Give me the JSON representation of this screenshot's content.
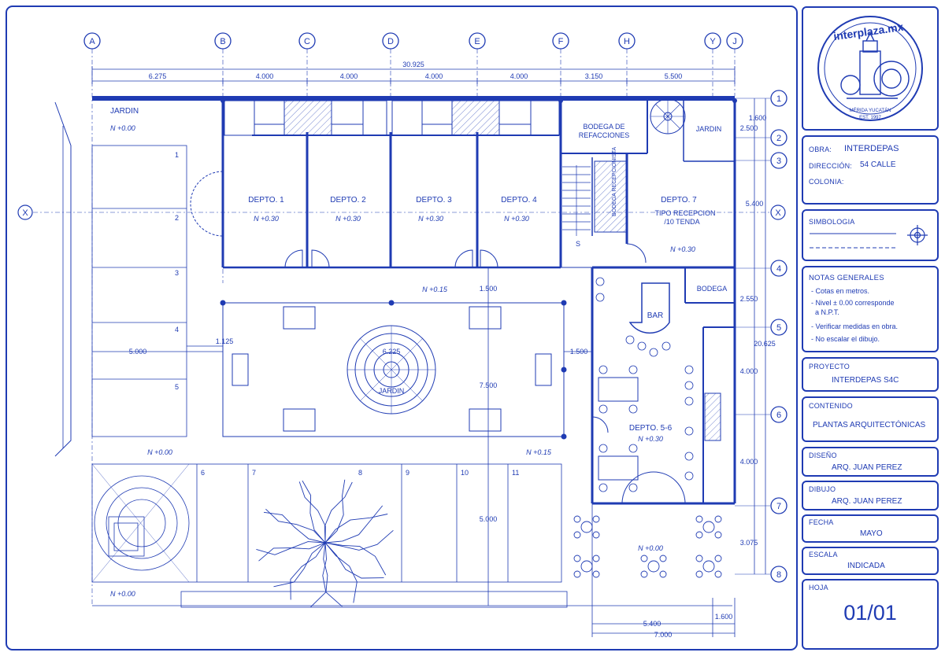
{
  "grid": {
    "columns": [
      "A",
      "B",
      "C",
      "D",
      "E",
      "F",
      "H",
      "Y",
      "J"
    ],
    "rows": [
      "1",
      "2",
      "3",
      "4",
      "5",
      "6",
      "7",
      "8"
    ],
    "x_axis_label": "X"
  },
  "dims": {
    "total_width": "30.925",
    "top_spans": [
      "6.275",
      "4.000",
      "4.000",
      "4.000",
      "4.000",
      "3.150",
      "5.500"
    ],
    "right_spans": [
      "1.600",
      "2.500",
      "5.400",
      "2.550",
      "4.000",
      "4.000",
      "3.075"
    ],
    "right_total": "20.625",
    "patio_v1": "1.500",
    "patio_h1": "1.500",
    "patio_height": "7.500",
    "left_span": "5.000",
    "small_1125": "1.125",
    "fountain_d": "6.225",
    "lower_height": "5.000",
    "bottom_spans": [
      "5.400",
      "1.600"
    ],
    "bottom_total": "7.000"
  },
  "rooms": {
    "jardin_tl": "JARDIN",
    "depto1": "DEPTO. 1",
    "depto2": "DEPTO. 2",
    "depto3": "DEPTO. 3",
    "depto4": "DEPTO. 4",
    "bodega_ref_1": "BODEGA DE",
    "bodega_ref_2": "REFACCIONES",
    "jardin_tr": "JARDIN",
    "depto7": "DEPTO. 7",
    "tipo1": "TIPO RECEPCION",
    "tipo2": "/10 TENDA",
    "bodega_rec": "BODEGA RECEPCIONISTA",
    "bodega": "BODEGA",
    "bar": "BAR",
    "depto56": "DEPTO. 5-6",
    "jardin_c": "JARDIN",
    "stair_s": "S"
  },
  "levels": {
    "n000": "N +0.00",
    "n030": "N +0.30",
    "n015": "N +0.15"
  },
  "lots": {
    "left": [
      "1",
      "2",
      "3",
      "4",
      "5"
    ],
    "bottom": [
      "6",
      "7",
      "8",
      "9",
      "10",
      "11"
    ]
  },
  "title_block": {
    "logo_text": "interplaza.mx",
    "logo_sub1": "MÉRIDA YUCATÁN",
    "logo_sub2": "EST. 1997",
    "obra_label": "OBRA:",
    "obra_value": "INTERDEPAS",
    "direccion_label": "DIRECCIÓN:",
    "direccion_value": "54 CALLE",
    "colonia_label": "COLONIA:",
    "simbologia_label": "SIMBOLOGIA",
    "notas_label": "NOTAS GENERALES",
    "notas": [
      "- Cotas en metros.",
      "- Nivel ± 0.00 corresponde",
      "  a N.P.T.",
      "- Verificar medidas en obra.",
      "- No escalar el dibujo."
    ],
    "proyecto_label": "PROYECTO",
    "proyecto_value": "INTERDEPAS S4C",
    "contenido_label": "CONTENIDO",
    "contenido_value": "PLANTAS ARQUITECTÓNICAS",
    "diseno_label": "DISEÑO",
    "diseno_value": "ARQ. JUAN PEREZ",
    "dibujo_label": "DIBUJO",
    "dibujo_value": "ARQ. JUAN PEREZ",
    "fecha_label": "FECHA",
    "fecha_value": "MAYO",
    "escala_label": "ESCALA",
    "escala_value": "INDICADA",
    "hoja_label": "HOJA",
    "hoja_value": "01/01"
  }
}
